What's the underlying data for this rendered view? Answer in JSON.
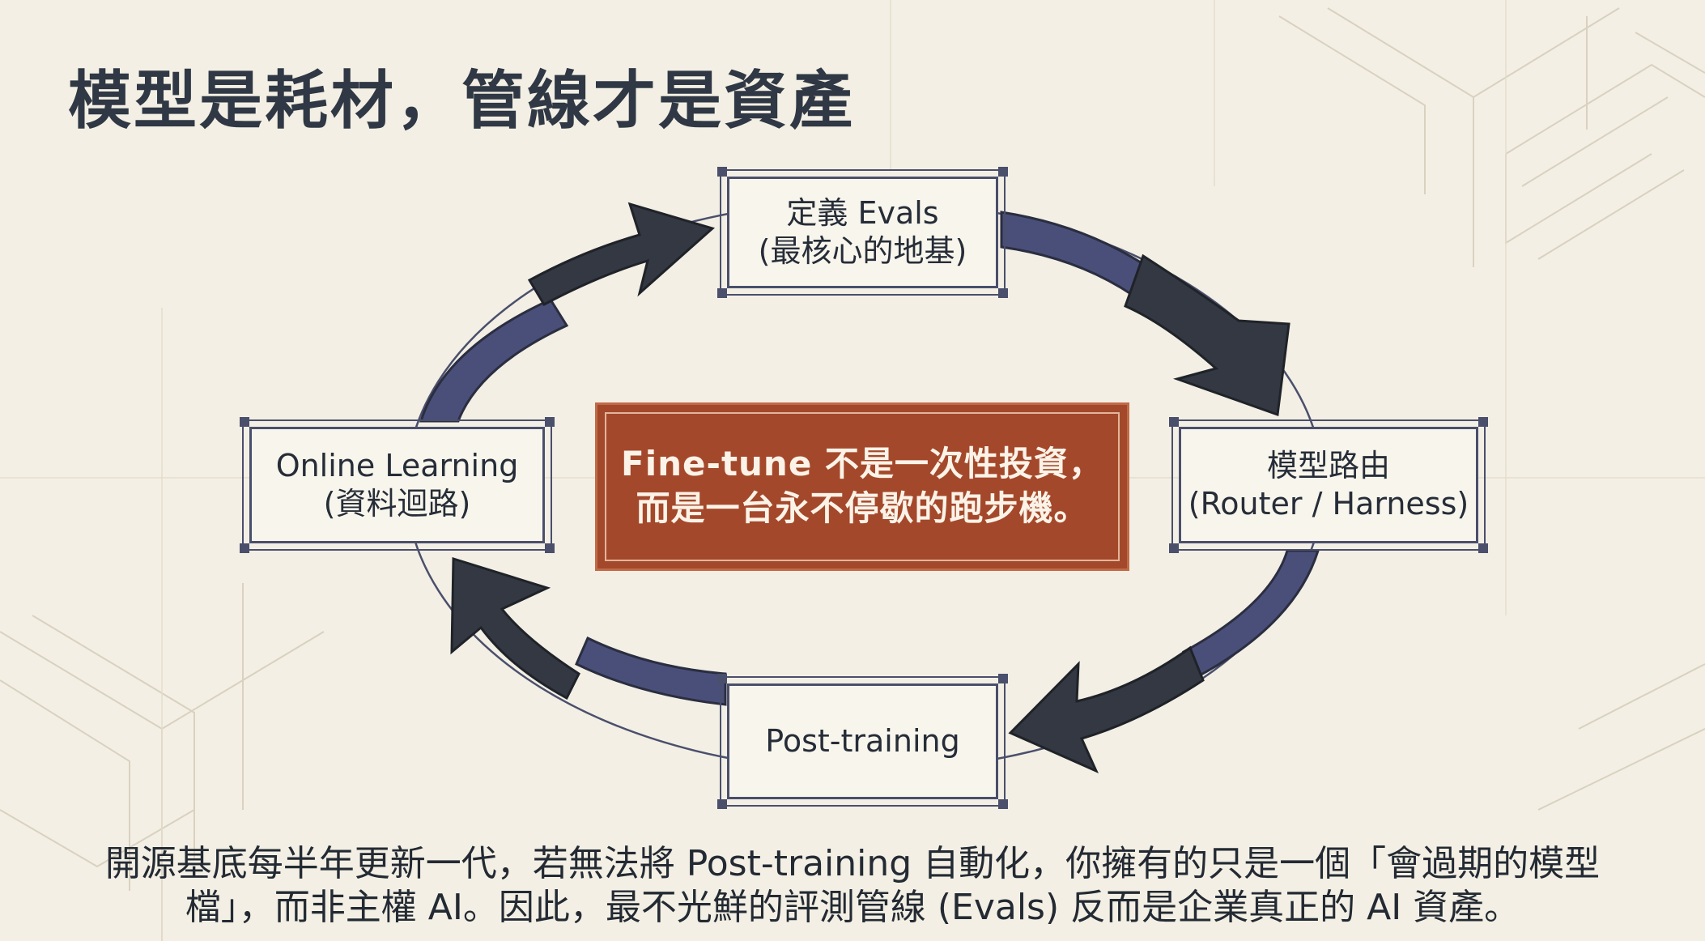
{
  "title": "模型是耗材，管線才是資產",
  "nodes": {
    "evals": {
      "line1": "定義 Evals",
      "line2": "(最核心的地基)"
    },
    "router": {
      "line1": "模型路由",
      "line2": "(Router / Harness)"
    },
    "post": {
      "line1": "Post-training"
    },
    "online": {
      "line1": "Online Learning",
      "line2": "(資料迴路)"
    }
  },
  "center": {
    "line1": "Fine-tune 不是一次性投資，",
    "line2": "而是一台永不停歇的跑步機。"
  },
  "footer": {
    "line1": "開源基底每半年更新一代，若無法將 Post-training 自動化，你擁有的只是一個「會過期的模型",
    "line2": "檔」，而非主權 AI。因此，最不光鮮的評測管線 (Evals) 反而是企業真正的 AI 資產。"
  },
  "colors": {
    "background": "#f3efe4",
    "title": "#2f3844",
    "node_border": "#4a4f6c",
    "arrow_band": "#4a4f7a",
    "arrow_head": "#333842",
    "center_fill": "#a4482b",
    "center_text": "#fbf3e8"
  }
}
